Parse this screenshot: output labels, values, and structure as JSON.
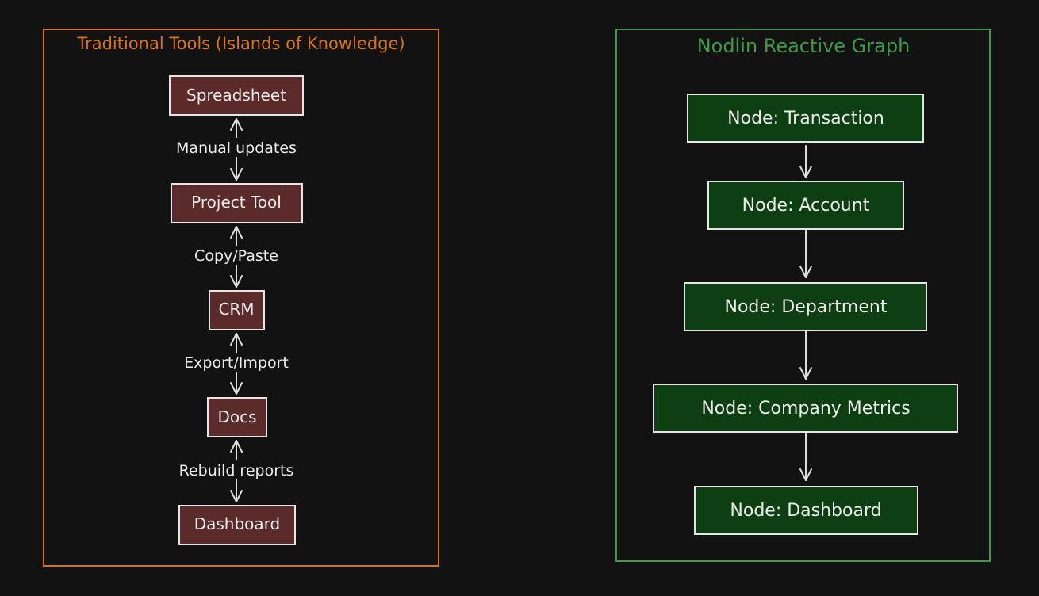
{
  "colors": {
    "background": "#121212",
    "left_frame": "#d9731a",
    "right_frame": "#3f9b48",
    "left_node_fill": "#5b2a2b",
    "right_node_fill": "#0e3f12",
    "stroke": "#e6e6e6"
  },
  "left_panel": {
    "title": "Traditional Tools (Islands of Knowledge)",
    "nodes": [
      "Spreadsheet",
      "Project Tool",
      "CRM",
      "Docs",
      "Dashboard"
    ],
    "edges": [
      {
        "from": "Spreadsheet",
        "to": "Project Tool",
        "label": "Manual updates",
        "direction": "both"
      },
      {
        "from": "Project Tool",
        "to": "CRM",
        "label": "Copy/Paste",
        "direction": "both"
      },
      {
        "from": "CRM",
        "to": "Docs",
        "label": "Export/Import",
        "direction": "both"
      },
      {
        "from": "Docs",
        "to": "Dashboard",
        "label": "Rebuild reports",
        "direction": "both"
      }
    ]
  },
  "right_panel": {
    "title": "Nodlin Reactive Graph",
    "nodes": [
      "Node: Transaction",
      "Node: Account",
      "Node: Department",
      "Node: Company Metrics",
      "Node: Dashboard"
    ],
    "edges": [
      {
        "from": "Node: Transaction",
        "to": "Node: Account",
        "direction": "forward"
      },
      {
        "from": "Node: Account",
        "to": "Node: Department",
        "direction": "forward"
      },
      {
        "from": "Node: Department",
        "to": "Node: Company Metrics",
        "direction": "forward"
      },
      {
        "from": "Node: Company Metrics",
        "to": "Node: Dashboard",
        "direction": "forward"
      }
    ]
  }
}
